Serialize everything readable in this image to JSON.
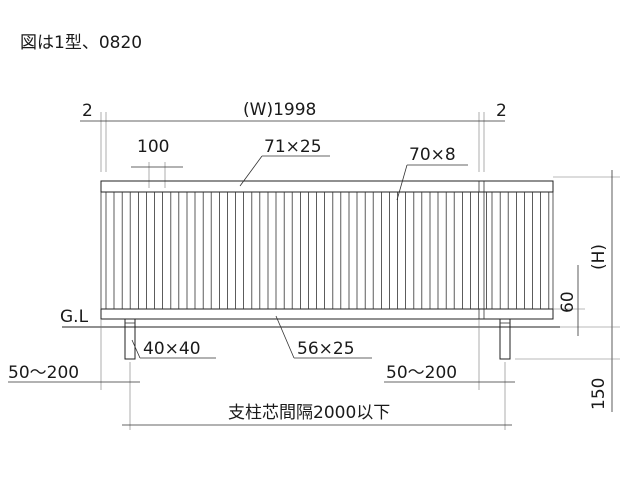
{
  "title": "図は1型、0820",
  "labels": {
    "w_gap_left": "2",
    "w_gap_right": "2",
    "width": "(W)1998",
    "picket_pitch": "100",
    "top_rail": "71×25",
    "picket": "70×8",
    "ground_line": "G.L",
    "post": "40×40",
    "bottom_rail": "56×25",
    "height": "(H)",
    "rail_height": "60",
    "embed_depth": "150",
    "offset_left": "50〜200",
    "offset_right": "50〜200",
    "post_spacing": "支柱芯間隔2000以下"
  },
  "colors": {
    "line": "#222222",
    "text": "#1a1a1a",
    "background": "#ffffff"
  }
}
